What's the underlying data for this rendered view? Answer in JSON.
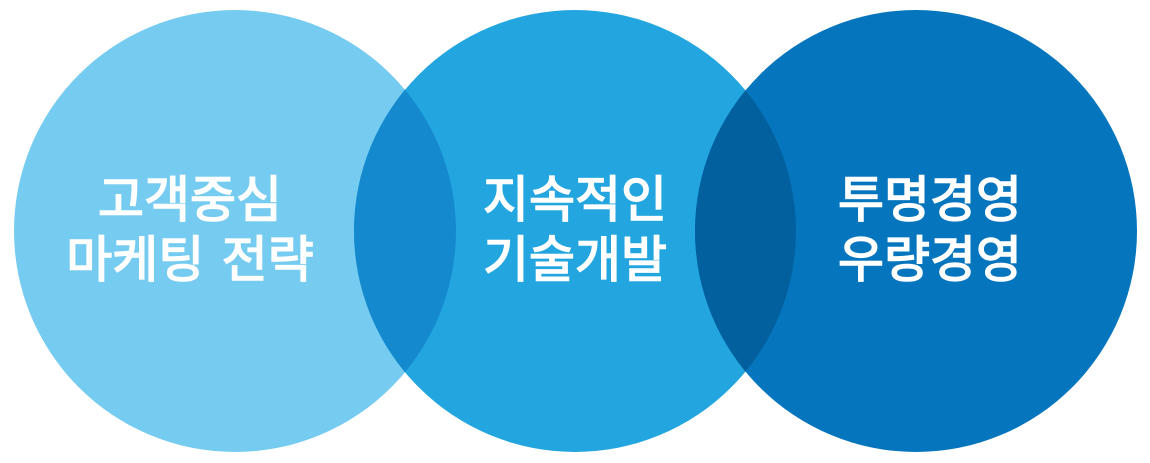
{
  "circles": [
    {
      "lines": [
        "고객중심",
        "마케팅 전략"
      ],
      "color": "#76CBF1"
    },
    {
      "lines": [
        "지속적인",
        "기술개발"
      ],
      "color": "#23A6DF"
    },
    {
      "lines": [
        "투명경영",
        "우량경영"
      ],
      "color": "#0575BE"
    }
  ],
  "overlap_colors": [
    "#1589CD",
    "#03609F"
  ],
  "background": "#FFFFFF"
}
